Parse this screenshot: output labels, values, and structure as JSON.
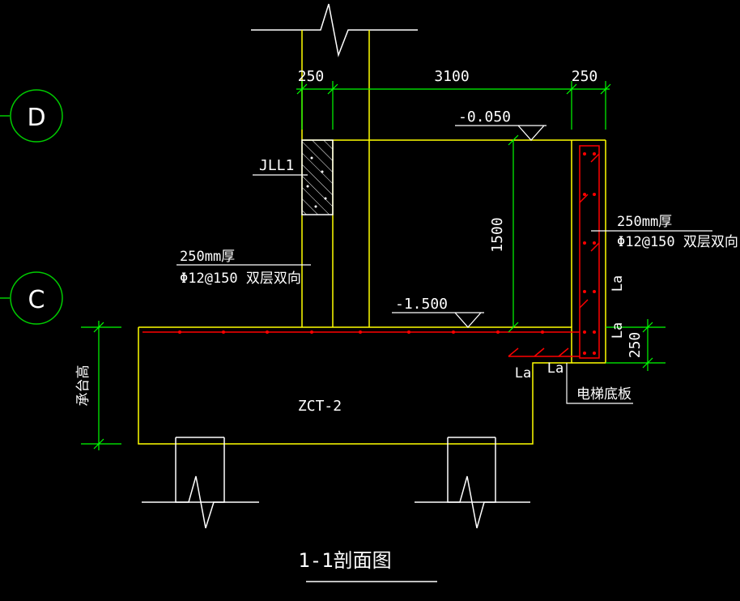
{
  "drawing": {
    "title": "1-1剖面图",
    "grid_labels": [
      "D",
      "C"
    ],
    "dimensions": {
      "top_left": "250",
      "top_middle": "3100",
      "top_right": "250",
      "wall_height": "1500",
      "base_thickness": "250"
    },
    "levels": {
      "top": "-0.050",
      "bottom": "-1.500"
    },
    "labels": {
      "beam": "JLL1",
      "left_wall_thickness": "250mm厚",
      "left_wall_rebar": "Φ12@150 双层双向",
      "right_wall_thickness": "250mm厚",
      "right_wall_rebar": "Φ12@150 双层双向",
      "cap_height": "承台高",
      "cap_name": "ZCT-2",
      "elevator_slab": "电梯底板",
      "la1": "La",
      "la2": "La",
      "la3": "La",
      "la4": "La"
    },
    "colors": {
      "background": "#000000",
      "structure": "#ffff00",
      "dimension": "#00ff00",
      "rebar": "#ff0000",
      "text": "#ffffff",
      "grid_circle": "#00cc00"
    }
  }
}
